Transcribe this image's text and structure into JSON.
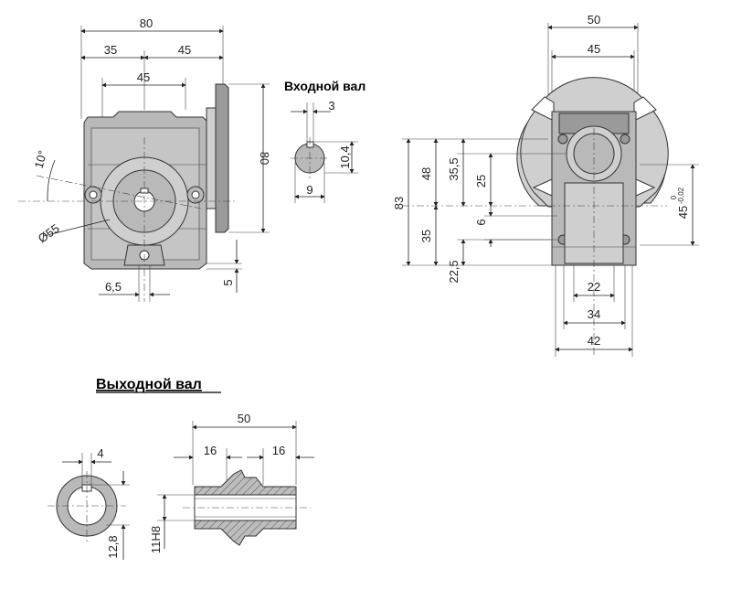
{
  "headings": {
    "input_shaft": "Входной вал",
    "output_shaft": "Выходной вал"
  },
  "front_view": {
    "dim_total_width": "80",
    "dim_left": "35",
    "dim_right": "45",
    "dim_bore_spacing": "45",
    "dim_flange_height": "80",
    "dim_angle": "10°",
    "dim_diameter": "Ø55",
    "dim_foot_offset": "6,5",
    "dim_foot_height": "5"
  },
  "input_shaft": {
    "dim_key_width": "3",
    "dim_key_depth": "10,4",
    "dim_diameter": "9"
  },
  "side_view": {
    "dim_top_width": "50",
    "dim_inner_width": "45",
    "dim_total_height": "83",
    "dim_upper": "48",
    "dim_mid_upper": "35,5",
    "dim_center": "25",
    "dim_lower": "35",
    "dim_small": "6",
    "dim_bottom": "22,5",
    "dim_flange": "45",
    "dim_tol_upper": "0",
    "dim_tol_lower": "-0,02",
    "dim_width_22": "22",
    "dim_width_34": "34",
    "dim_width_42": "42"
  },
  "output_shaft": {
    "dim_key_width": "4",
    "dim_key_depth": "12,8",
    "dim_total_length": "50",
    "dim_left_len": "16",
    "dim_right_len": "16",
    "dim_bore": "11H8"
  }
}
